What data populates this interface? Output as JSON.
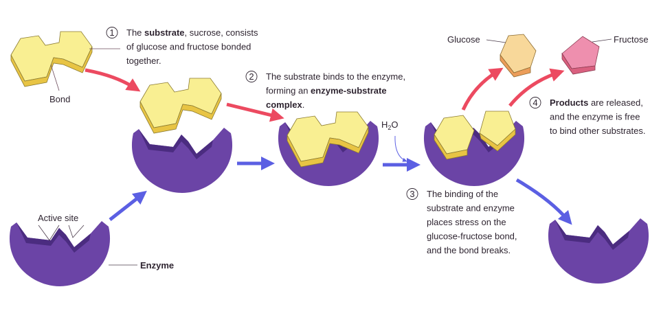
{
  "title": "Enzyme action on sucrose",
  "colors": {
    "enzyme": "#6b44a6",
    "enzyme_dark": "#4b2c80",
    "substrate": "#f9ef92",
    "substrate_edge": "#e8c444",
    "glucose": "#f8d89a",
    "fructose": "#ee8fae",
    "red_arrow": "#ec4a60",
    "blue_arrow": "#5b5fe3"
  },
  "labels": {
    "bond": "Bond",
    "active_site": "Active site",
    "enzyme": "Enzyme",
    "glucose": "Glucose",
    "fructose": "Fructose",
    "water": "H",
    "water_sub": "2",
    "water_o": "O"
  },
  "steps": [
    {
      "num": "1",
      "lines": [
        [
          "The ",
          "substrate",
          ", sucrose, consists"
        ],
        [
          "of glucose and fructose bonded"
        ],
        [
          "together."
        ]
      ]
    },
    {
      "num": "2",
      "lines": [
        [
          "The substrate binds to the enzyme,"
        ],
        [
          "forming an ",
          "enzyme-substrate",
          ""
        ],
        [
          "",
          "complex",
          "."
        ]
      ]
    },
    {
      "num": "3",
      "lines": [
        [
          "The binding of the"
        ],
        [
          "substrate and enzyme"
        ],
        [
          "places stress on the"
        ],
        [
          "glucose-fructose bond,"
        ],
        [
          "and the bond breaks."
        ]
      ]
    },
    {
      "num": "4",
      "lines": [
        [
          "",
          "Products",
          " are released,"
        ],
        [
          "and the enzyme is free"
        ],
        [
          "to bind other substrates."
        ]
      ]
    }
  ]
}
